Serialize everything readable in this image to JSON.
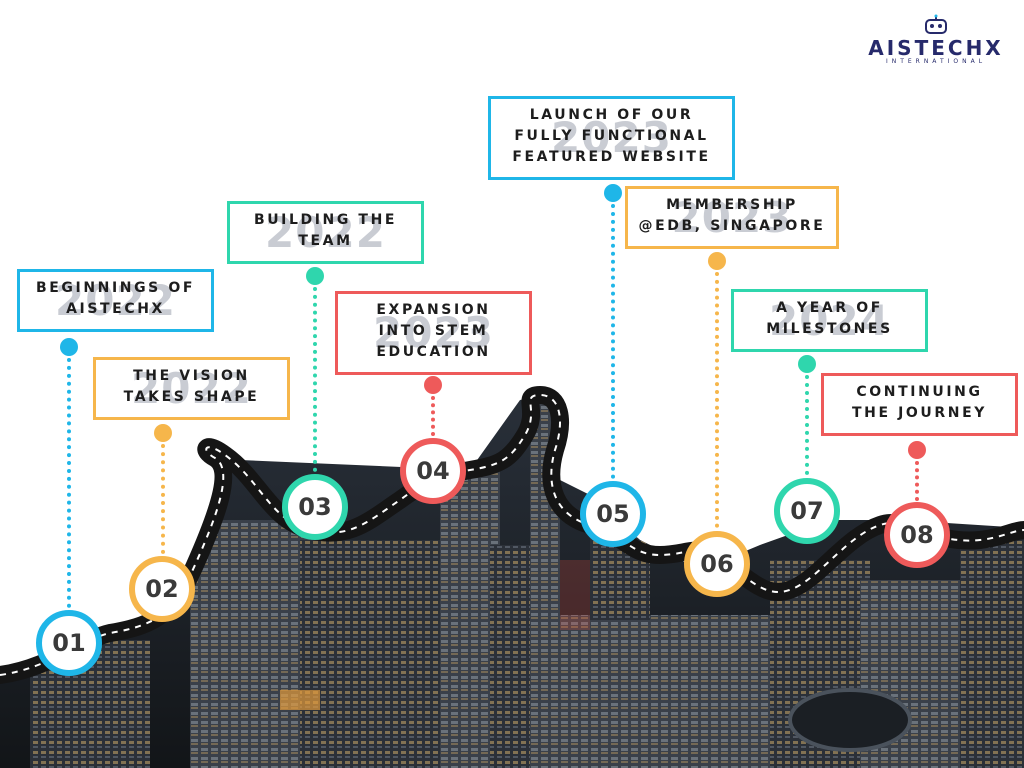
{
  "brand": {
    "name": "AISTECHX",
    "subtitle": "INTERNATIONAL",
    "color": "#262a6b"
  },
  "colors": {
    "blue": "#1fb6e8",
    "yellow": "#f6b64b",
    "teal": "#2fd6ad",
    "red": "#ee5a5a"
  },
  "milestones": [
    {
      "number": "01",
      "year": "2022",
      "label": "BEGINNINGS OF\nAISTECHX",
      "color": "blue"
    },
    {
      "number": "02",
      "year": "2022",
      "label": "THE VISION\nTAKES SHAPE",
      "color": "yellow"
    },
    {
      "number": "03",
      "year": "2022",
      "label": "BUILDING THE\nTEAM",
      "color": "teal"
    },
    {
      "number": "04",
      "year": "2023",
      "label": "EXPANSION\nINTO STEM\nEDUCATION",
      "color": "red"
    },
    {
      "number": "05",
      "year": "2023",
      "label": "LAUNCH OF OUR\nFULLY FUNCTIONAL\nFEATURED WEBSITE",
      "color": "blue"
    },
    {
      "number": "06",
      "year": "2023",
      "label": "MEMBERSHIP\n@EDB, SINGAPORE",
      "color": "yellow"
    },
    {
      "number": "07",
      "year": "2024",
      "label": "A YEAR OF\nMILESTONES",
      "color": "teal"
    },
    {
      "number": "08",
      "year": "",
      "label": "CONTINUING\nTHE JOURNEY",
      "color": "red"
    }
  ]
}
